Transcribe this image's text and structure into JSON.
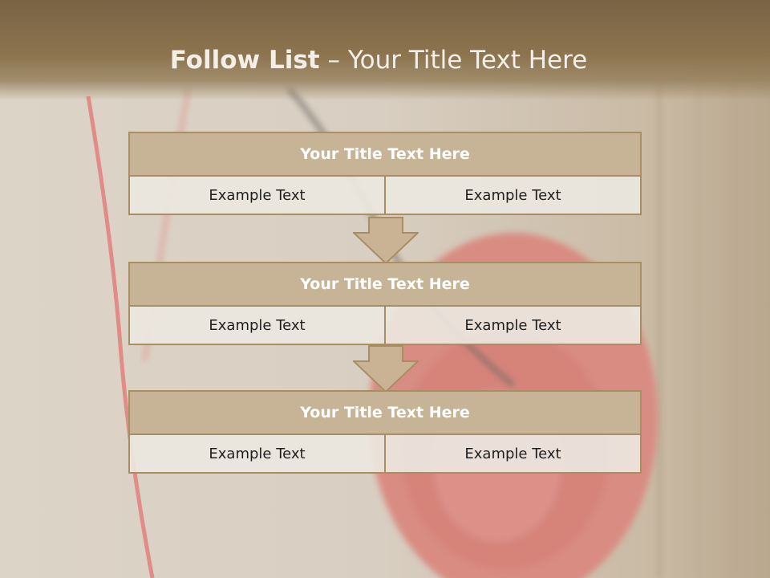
{
  "slide": {
    "title_bold": "Follow List",
    "title_rest": " – Your Title Text Here"
  },
  "blocks": [
    {
      "title": "Your Title Text Here",
      "left": "Example Text",
      "right": "Example Text"
    },
    {
      "title": "Your Title Text Here",
      "left": "Example Text",
      "right": "Example Text"
    },
    {
      "title": "Your Title Text Here",
      "left": "Example Text",
      "right": "Example Text"
    }
  ],
  "colors": {
    "header_brown": "#8c744f",
    "block_head": "#c7b497",
    "block_border": "#a88e63",
    "cell_fill": "#ece7df"
  }
}
